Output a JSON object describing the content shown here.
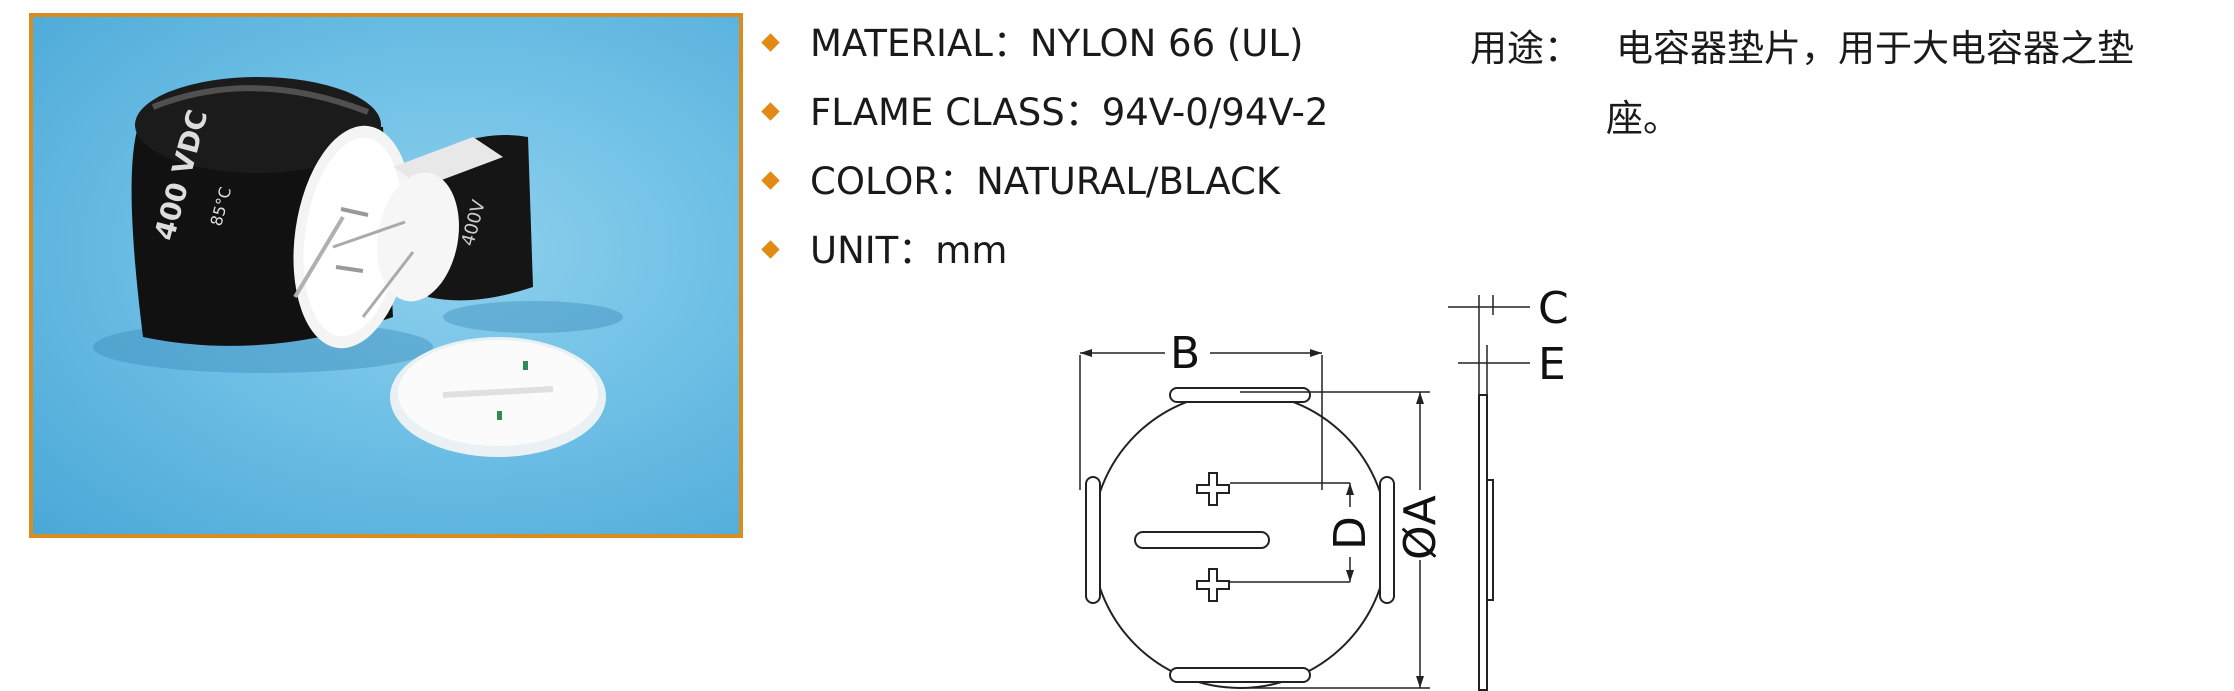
{
  "specs": {
    "items": [
      {
        "label": "MATERIAL",
        "sep": "：",
        "value": "NYLON 66 (UL)"
      },
      {
        "label": "FLAME CLASS",
        "sep": "：",
        "value": "94V-0/94V-2"
      },
      {
        "label": "COLOR",
        "sep": "：",
        "value": "NATURAL/BLACK"
      },
      {
        "label": "UNIT",
        "sep": "：",
        "value": "mm"
      }
    ]
  },
  "usage": {
    "label": "用途：",
    "line1": "电容器垫片，用于大电容器之垫",
    "line2": "座。"
  },
  "photo": {
    "cap_marking_large": "400 VDC",
    "cap_temp_large": "85°C",
    "cap_marking_small": "400V"
  },
  "drawing": {
    "dim_b": "B",
    "dim_c": "C",
    "dim_e": "E",
    "dim_d": "D",
    "dim_a": "ØA"
  },
  "colors": {
    "bullet": "#e28a14",
    "photo_border": "#d98c20",
    "photo_background": "#6fc0e6"
  }
}
